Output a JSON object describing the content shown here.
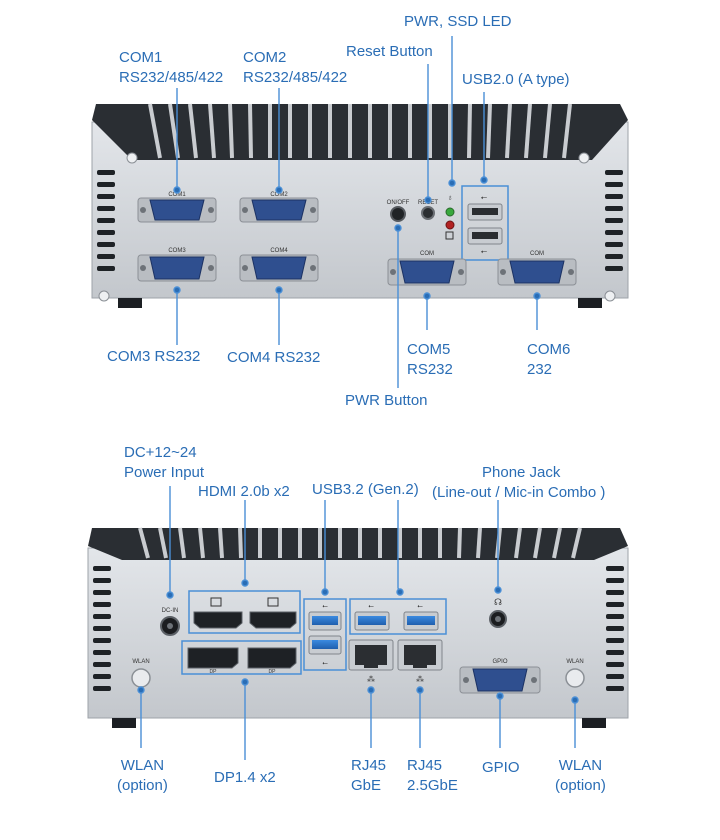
{
  "colors": {
    "label": "#2a6db5",
    "chassis": "#d4d7db",
    "fins": "#22262b",
    "port_blue": "#2f4f8f",
    "usb_blue": "#2a73c9"
  },
  "top_panel": {
    "silk": {
      "com1": "COM1",
      "com2": "COM2",
      "com3": "COM3",
      "com4": "COM4",
      "com5": "COM",
      "com6": "COM",
      "onoff": "ON/OFF",
      "reset": "RESET"
    },
    "labels": {
      "com1": [
        "COM1",
        "RS232/485/422"
      ],
      "com2": [
        "COM2",
        "RS232/485/422"
      ],
      "reset": "Reset Button",
      "pwr_led": "PWR, SSD LED",
      "usb20": "USB2.0 (A type)",
      "com3": "COM3 RS232",
      "com4": "COM4 RS232",
      "com5": [
        "COM5",
        "RS232"
      ],
      "com6": [
        "COM6",
        "232"
      ],
      "pwr_button": "PWR Button"
    }
  },
  "bottom_panel": {
    "silk": {
      "dcin": "DC-IN",
      "wlan_left": "WLAN",
      "wlan_right": "WLAN",
      "dp1": "DP",
      "dp2": "DP",
      "gpio": "GPIO"
    },
    "labels": {
      "dc_power": [
        "DC+12~24",
        "Power Input"
      ],
      "hdmi": "HDMI 2.0b x2",
      "usb32": "USB3.2 (Gen.2)",
      "phone_jack": [
        "Phone Jack",
        "(Line-out / Mic-in Combo )"
      ],
      "wlan_left": [
        "WLAN",
        "(option)"
      ],
      "dp": "DP1.4 x2",
      "rj45_gbe": [
        "RJ45",
        "GbE"
      ],
      "rj45_25gbe": [
        "RJ45",
        "2.5GbE"
      ],
      "gpio": "GPIO",
      "wlan_right": [
        "WLAN",
        "(option)"
      ]
    }
  }
}
